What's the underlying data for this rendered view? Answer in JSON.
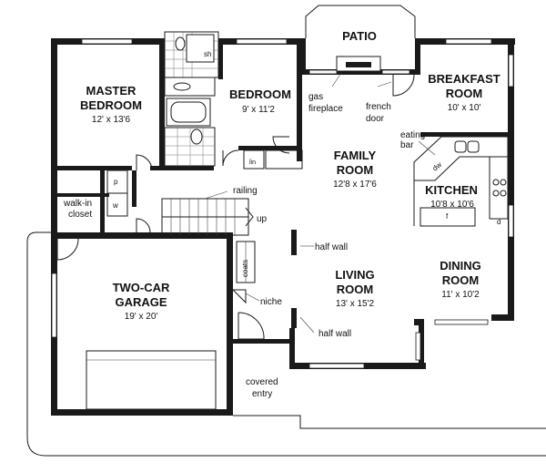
{
  "rooms": {
    "patio": {
      "name": "PATIO"
    },
    "master_bedroom": {
      "name_line1": "MASTER",
      "name_line2": "BEDROOM",
      "dim": "12' x 13'6"
    },
    "bedroom": {
      "name": "BEDROOM",
      "dim": "9' x 11'2"
    },
    "breakfast_room": {
      "name_line1": "BREAKFAST",
      "name_line2": "ROOM",
      "dim": "10' x 10'"
    },
    "family_room": {
      "name_line1": "FAMILY",
      "name_line2": "ROOM",
      "dim": "12'8 x 17'6"
    },
    "kitchen": {
      "name": "KITCHEN",
      "dim": "10'8 x 10'6"
    },
    "two_car_garage": {
      "name_line1": "TWO-CAR",
      "name_line2": "GARAGE",
      "dim": "19' x 20'"
    },
    "living_room": {
      "name_line1": "LIVING",
      "name_line2": "ROOM",
      "dim": "13' x 15'2"
    },
    "dining_room": {
      "name_line1": "DINING",
      "name_line2": "ROOM",
      "dim": "11' x 10'2"
    }
  },
  "labels": {
    "sh": "sh",
    "gas_fireplace_1": "gas",
    "gas_fireplace_2": "fireplace",
    "french_door_1": "french",
    "french_door_2": "door",
    "eating_bar_1": "eating",
    "eating_bar_2": "bar",
    "dw": "dw",
    "f": "f",
    "d": "d",
    "lin": "lin",
    "walk_in_closet_1": "walk-in",
    "walk_in_closet_2": "closet",
    "p": "p",
    "w": "w",
    "railing": "railing",
    "up": "up",
    "half_wall_upper": "half wall",
    "coats": "coats",
    "niche": "niche",
    "half_wall_lower": "half wall",
    "covered_entry_1": "covered",
    "covered_entry_2": "entry"
  }
}
